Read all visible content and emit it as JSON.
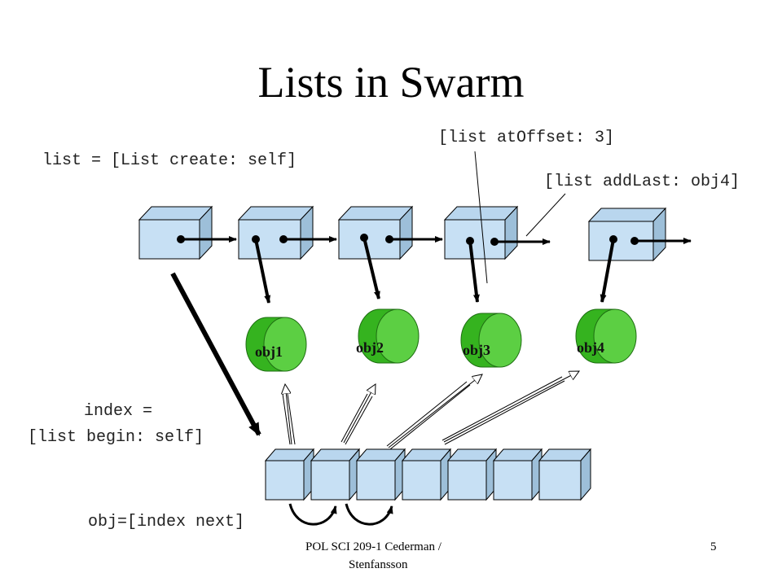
{
  "slide": {
    "title": "Lists in Swarm",
    "code_list_create": "list = [List create: self]",
    "code_at_offset": "[list atOffset: 3]",
    "code_add_last": "[list addLast: obj4]",
    "code_index_line1": "index =",
    "code_index_line2": "[list begin: self]",
    "code_index_next": "obj=[index next]",
    "footer_line1": "POL SCI 209-1 Cederman /",
    "footer_line2": "Stenfansson",
    "page_number": "5"
  },
  "objects": [
    {
      "label": "obj1"
    },
    {
      "label": "obj2"
    },
    {
      "label": "obj3"
    },
    {
      "label": "obj4"
    }
  ],
  "colors": {
    "box_fill": "#c7e0f4",
    "box_side": "#9dbfd9",
    "cylinder_fill": "#35b31f",
    "cylinder_top": "#6ddc52"
  }
}
